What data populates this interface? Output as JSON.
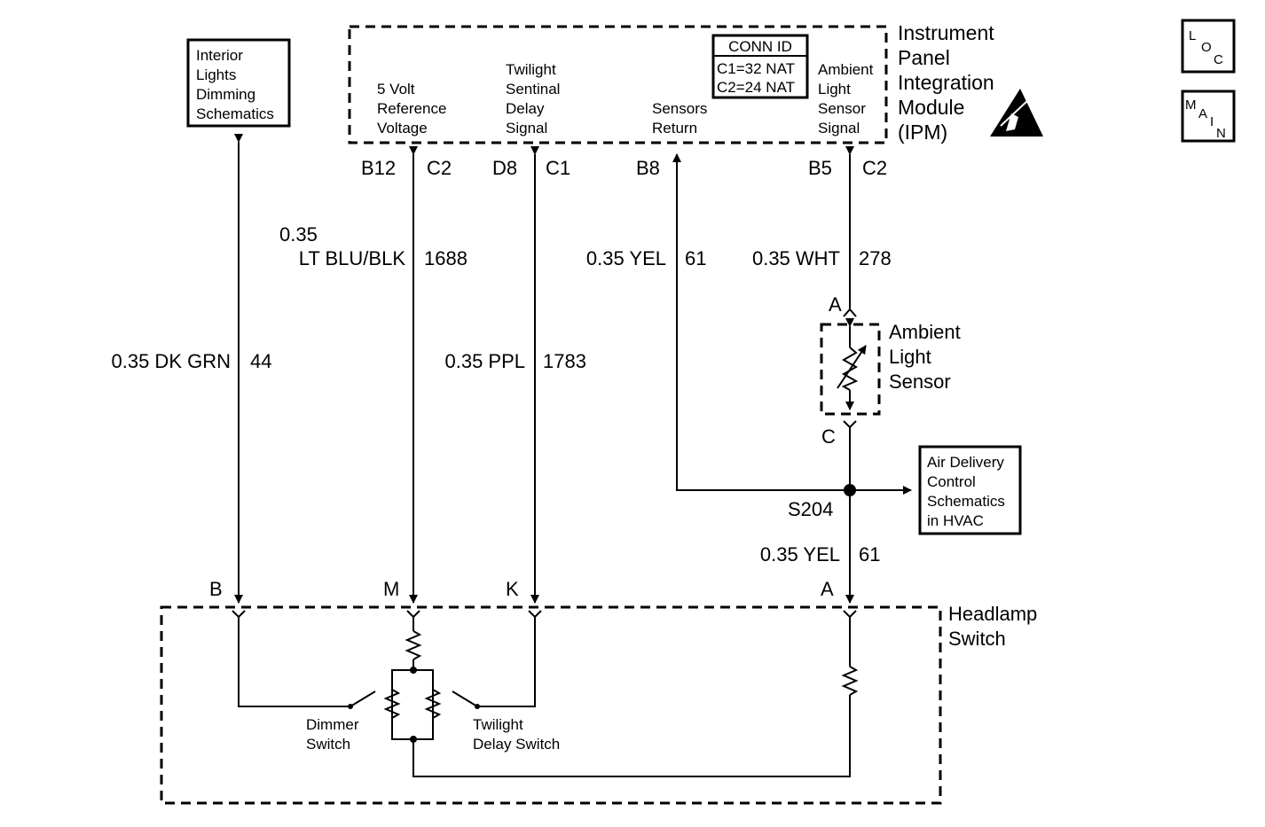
{
  "interior_ref": {
    "lines": [
      "Interior",
      "Lights",
      "Dimming",
      "Schematics"
    ]
  },
  "ipm": {
    "name_lines": [
      "Instrument",
      "Panel",
      "Integration",
      "Module",
      "(IPM)"
    ],
    "pin_labels": {
      "ref_voltage": [
        "5 Volt",
        "Reference",
        "Voltage"
      ],
      "twilight": [
        "Twilight",
        "Sentinal",
        "Delay",
        "Signal"
      ],
      "sensors_return": [
        "Sensors",
        "Return"
      ],
      "ambient": [
        "Ambient",
        "Light",
        "Sensor",
        "Signal"
      ]
    },
    "conn_id": {
      "title": "CONN ID",
      "c1": "C1=32 NAT",
      "c2": "C2=24 NAT"
    }
  },
  "pins": {
    "ref_pin": "B12",
    "ref_conn": "C2",
    "twi_pin": "D8",
    "twi_conn": "C1",
    "ret_pin": "B8",
    "amb_pin": "B5",
    "amb_conn": "C2"
  },
  "wires": {
    "dk_grn": {
      "color": "0.35 DK GRN",
      "circuit": "44"
    },
    "lt_blu_gauge": "0.35",
    "lt_blu_color": "LT BLU/BLK",
    "lt_blu_circuit": "1688",
    "ppl": {
      "color": "0.35 PPL",
      "circuit": "1783"
    },
    "yel_top": {
      "color": "0.35 YEL",
      "circuit": "61"
    },
    "wht": {
      "color": "0.35 WHT",
      "circuit": "278"
    },
    "yel_bottom": {
      "color": "0.35 YEL",
      "circuit": "61"
    }
  },
  "sensor": {
    "name_lines": [
      "Ambient",
      "Light",
      "Sensor"
    ],
    "pin_top": "A",
    "pin_bottom": "C"
  },
  "splice": "S204",
  "hvac_ref": {
    "lines": [
      "Air Delivery",
      "Control",
      "Schematics",
      "in HVAC"
    ]
  },
  "headlamp": {
    "name_lines": [
      "Headlamp",
      "Switch"
    ],
    "pins": {
      "b": "B",
      "m": "M",
      "k": "K",
      "a": "A"
    },
    "dimmer_lines": [
      "Dimmer",
      "Switch"
    ],
    "twilight_lines": [
      "Twilight",
      "Delay Switch"
    ]
  },
  "loc_icon": {
    "l": "L",
    "o": "O",
    "c": "C"
  },
  "main_icon": {
    "m": "M",
    "a": "A",
    "i": "I",
    "n": "N"
  }
}
